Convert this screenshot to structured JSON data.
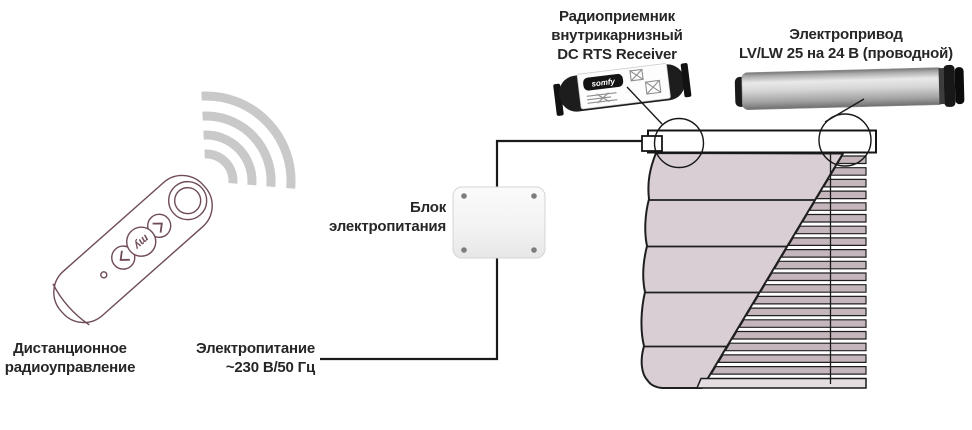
{
  "labels": {
    "receiver": {
      "line1": "Радиоприемник",
      "line2": "внутрикарнизный",
      "line3": "DC RTS Receiver"
    },
    "motor": {
      "line1": "Электропривод",
      "line2": "LV/LW 25 на 24 В (проводной)"
    },
    "psu": {
      "line1": "Блок",
      "line2": "электропитания"
    },
    "remote": {
      "line1": "Дистанционное",
      "line2": "радиоуправление"
    },
    "power": {
      "line1": "Электропитание",
      "line2": "~230 В/50 Гц"
    }
  },
  "device_text": {
    "remote_my_button": "my",
    "receiver_brand": "somfy"
  },
  "colors": {
    "radio_wave": "#c9c9c9",
    "remote_outline": "#6f4c55",
    "wire_line": "#1a1a1a",
    "fabric_shade": "#d8ced4",
    "blind_slat": "#c5b6be",
    "motor_body": "#d6d6d6"
  }
}
